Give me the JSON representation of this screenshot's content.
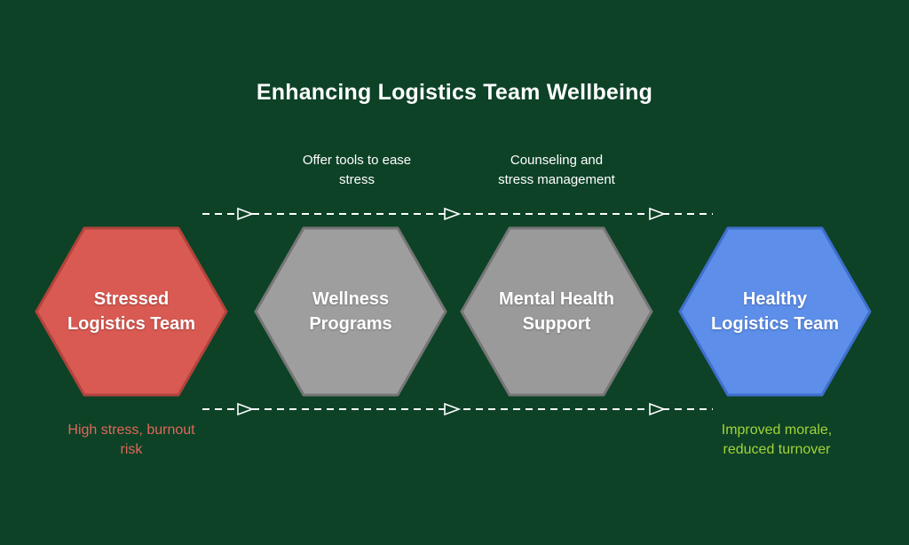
{
  "title": "Enhancing Logistics Team Wellbeing",
  "colors": {
    "background": "#0d4227",
    "title_text": "#ffffff",
    "node_text": "#ffffff",
    "caption_text": "#ffffff",
    "arrow_line": "#ffffff",
    "negative_text": "#e06758",
    "positive_text": "#a3d339"
  },
  "nodes": [
    {
      "name": "stressed-logistics-team",
      "line1": "Stressed",
      "line2": "Logistics Team",
      "fill": "#d85a52",
      "stroke": "#b2433c"
    },
    {
      "name": "wellness-programs",
      "line1": "Wellness",
      "line2": "Programs",
      "fill": "#9e9e9e",
      "stroke": "#767676"
    },
    {
      "name": "mental-health-support",
      "line1": "Mental Health",
      "line2": "Support",
      "fill": "#9a9a9a",
      "stroke": "#767676"
    },
    {
      "name": "healthy-logistics-team",
      "line1": "Healthy",
      "line2": "Logistics Team",
      "fill": "#5d8ee9",
      "stroke": "#3f6fce"
    }
  ],
  "captions": [
    {
      "line1": "Offer tools to ease",
      "line2": "stress"
    },
    {
      "line1": "Counseling and",
      "line2": "stress management"
    }
  ],
  "annotations": {
    "negative": {
      "line1": "High stress, burnout",
      "line2": "risk"
    },
    "positive": {
      "line1": "Improved morale,",
      "line2": "reduced turnover"
    }
  }
}
